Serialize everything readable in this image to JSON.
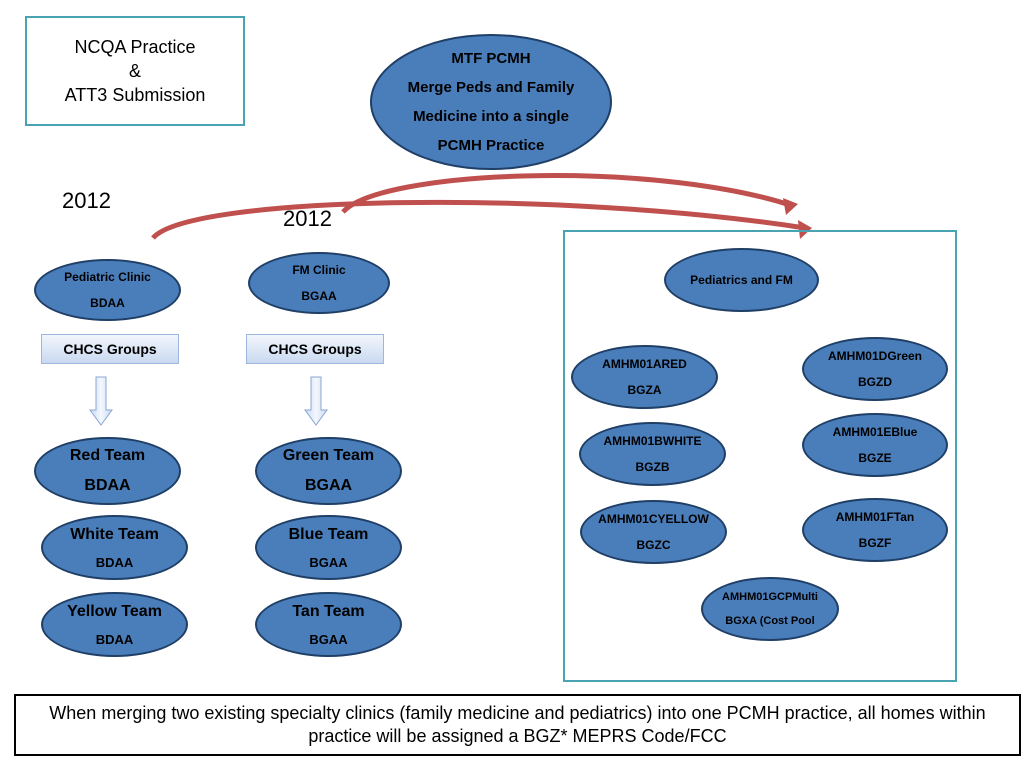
{
  "ncqa": {
    "line1": "NCQA Practice",
    "line2": "&",
    "line3": "ATT3 Submission"
  },
  "mtf": {
    "line1": "MTF PCMH",
    "line2": "Merge Peds and Family",
    "line3": "Medicine into a single",
    "line4": "PCMH Practice"
  },
  "years": {
    "left": "2012",
    "middle": "2012"
  },
  "peds_clinic": {
    "name": "Pediatric Clinic",
    "code": "BDAA"
  },
  "fm_clinic": {
    "name": "FM Clinic",
    "code": "BGAA"
  },
  "chcs": {
    "left": "CHCS Groups",
    "right": "CHCS Groups"
  },
  "left_teams": [
    {
      "name": "Red Team",
      "code": "BDAA"
    },
    {
      "name": "White Team",
      "code": "BDAA"
    },
    {
      "name": "Yellow Team",
      "code": "BDAA"
    }
  ],
  "right_teams": [
    {
      "name": "Green Team",
      "code": "BGAA"
    },
    {
      "name": "Blue Team",
      "code": "BGAA"
    },
    {
      "name": "Tan Team",
      "code": "BGAA"
    }
  ],
  "merged": {
    "title": "Pediatrics and FM",
    "groups": [
      {
        "name": "AMHM01ARED",
        "code": "BGZA"
      },
      {
        "name": "AMHM01DGreen",
        "code": "BGZD"
      },
      {
        "name": "AMHM01BWHITE",
        "code": "BGZB"
      },
      {
        "name": "AMHM01EBlue",
        "code": "BGZE"
      },
      {
        "name": "AMHM01CYELLOW",
        "code": "BGZC"
      },
      {
        "name": "AMHM01FTan",
        "code": "BGZF"
      },
      {
        "name": "AMHM01GCPMulti",
        "code": "BGXA (Cost Pool"
      }
    ]
  },
  "footer": "When merging two existing specialty clinics (family medicine and pediatrics) into one PCMH practice, all homes within practice will be assigned a BGZ* MEPRS Code/FCC",
  "colors": {
    "ellipse_fill": "#4a7ebb",
    "ellipse_border": "#1f3f66",
    "box_border": "#4aa3b3",
    "arrow_red": "#c0504d"
  }
}
